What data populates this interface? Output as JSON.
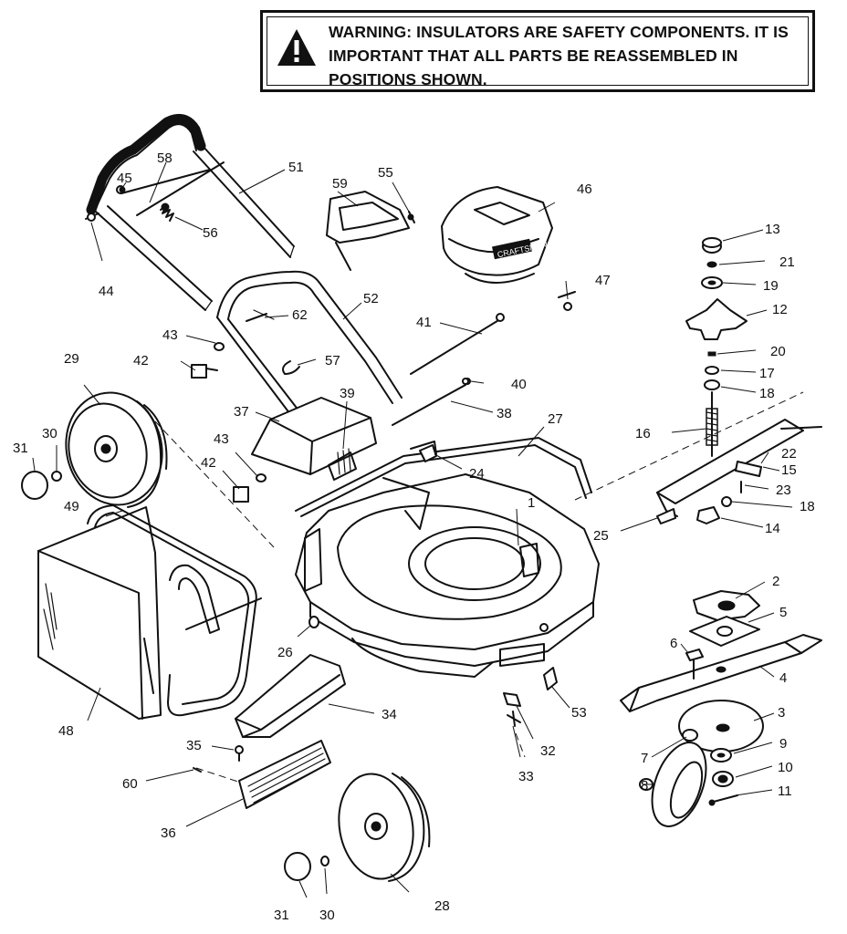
{
  "warning": {
    "text": "WARNING:  INSULATORS ARE SAFETY COMPONENTS.  IT IS IMPORTANT THAT ALL PARTS BE REASSEMBLED IN POSITIONS SHOWN.",
    "icon": "warning-triangle-icon"
  },
  "shroud_brand": "CRAFTSMAN",
  "callouts": [
    {
      "id": "c1",
      "text": "1",
      "target": "deck"
    },
    {
      "id": "c2",
      "text": "2",
      "target": "blade-adapter"
    },
    {
      "id": "c3",
      "text": "3",
      "target": "blade-disc"
    },
    {
      "id": "c4",
      "text": "4",
      "target": "blade"
    },
    {
      "id": "c5",
      "text": "5",
      "target": "blade-plate"
    },
    {
      "id": "c6",
      "text": "6",
      "target": "blade-bolt"
    },
    {
      "id": "c7",
      "text": "7",
      "target": "washer"
    },
    {
      "id": "c8",
      "text": "8",
      "target": "nut"
    },
    {
      "id": "c9",
      "text": "9",
      "target": "washer"
    },
    {
      "id": "c10",
      "text": "10",
      "target": "lock-washer"
    },
    {
      "id": "c11",
      "text": "11",
      "target": "bolt"
    },
    {
      "id": "c12",
      "text": "12",
      "target": "height-knob"
    },
    {
      "id": "c13",
      "text": "13",
      "target": "knob-cap"
    },
    {
      "id": "c14",
      "text": "14",
      "target": "lock-nut"
    },
    {
      "id": "c15",
      "text": "15",
      "target": "axle-bracket"
    },
    {
      "id": "c16",
      "text": "16",
      "target": "adjuster-spring"
    },
    {
      "id": "c17",
      "text": "17",
      "target": "washer"
    },
    {
      "id": "c18a",
      "text": "18",
      "target": "washer"
    },
    {
      "id": "c18b",
      "text": "18",
      "target": "washer"
    },
    {
      "id": "c19",
      "text": "19",
      "target": "washer"
    },
    {
      "id": "c20",
      "text": "20",
      "target": "retainer"
    },
    {
      "id": "c21",
      "text": "21",
      "target": "washer"
    },
    {
      "id": "c22",
      "text": "22",
      "target": "bracket"
    },
    {
      "id": "c23",
      "text": "23",
      "target": "pin"
    },
    {
      "id": "c24",
      "text": "24",
      "target": "bracket"
    },
    {
      "id": "c25",
      "text": "25",
      "target": "axle-end"
    },
    {
      "id": "c26",
      "text": "26",
      "target": "plug"
    },
    {
      "id": "c27",
      "text": "27",
      "target": "rear-axle"
    },
    {
      "id": "c28",
      "text": "28",
      "target": "front-wheel"
    },
    {
      "id": "c29",
      "text": "29",
      "target": "rear-wheel"
    },
    {
      "id": "c30a",
      "text": "30",
      "target": "washer"
    },
    {
      "id": "c30b",
      "text": "30",
      "target": "washer"
    },
    {
      "id": "c31a",
      "text": "31",
      "target": "hubcap"
    },
    {
      "id": "c31b",
      "text": "31",
      "target": "hubcap"
    },
    {
      "id": "c32",
      "text": "32",
      "target": "clip"
    },
    {
      "id": "c33",
      "text": "33",
      "target": "screw"
    },
    {
      "id": "c34",
      "text": "34",
      "target": "chute-deflector"
    },
    {
      "id": "c35",
      "text": "35",
      "target": "screw"
    },
    {
      "id": "c36",
      "text": "36",
      "target": "rear-flap"
    },
    {
      "id": "c37",
      "text": "37",
      "target": "rear-door"
    },
    {
      "id": "c38",
      "text": "38",
      "target": "rod"
    },
    {
      "id": "c39",
      "text": "39",
      "target": "spring"
    },
    {
      "id": "c40",
      "text": "40",
      "target": "retainer"
    },
    {
      "id": "c41",
      "text": "41",
      "target": "rod"
    },
    {
      "id": "c42a",
      "text": "42",
      "target": "knob"
    },
    {
      "id": "c42b",
      "text": "42",
      "target": "knob"
    },
    {
      "id": "c43a",
      "text": "43",
      "target": "washer"
    },
    {
      "id": "c43b",
      "text": "43",
      "target": "washer"
    },
    {
      "id": "c44",
      "text": "44",
      "target": "bolt"
    },
    {
      "id": "c45",
      "text": "45",
      "target": "screw"
    },
    {
      "id": "c46",
      "text": "46",
      "target": "engine-shroud"
    },
    {
      "id": "c47",
      "text": "47",
      "target": "screw"
    },
    {
      "id": "c48",
      "text": "48",
      "target": "grass-bag"
    },
    {
      "id": "c49",
      "text": "49",
      "target": "bag-frame"
    },
    {
      "id": "c51",
      "text": "51",
      "target": "upper-handle"
    },
    {
      "id": "c52",
      "text": "52",
      "target": "lower-handle"
    },
    {
      "id": "c53",
      "text": "53",
      "target": "clip"
    },
    {
      "id": "c55",
      "text": "55",
      "target": "screw"
    },
    {
      "id": "c56",
      "text": "56",
      "target": "spring"
    },
    {
      "id": "c57",
      "text": "57",
      "target": "cable-clip"
    },
    {
      "id": "c58",
      "text": "58",
      "target": "control-bar"
    },
    {
      "id": "c59",
      "text": "59",
      "target": "bracket"
    },
    {
      "id": "c60",
      "text": "60",
      "target": "screw"
    },
    {
      "id": "c62",
      "text": "62",
      "target": "cable-tie"
    }
  ]
}
